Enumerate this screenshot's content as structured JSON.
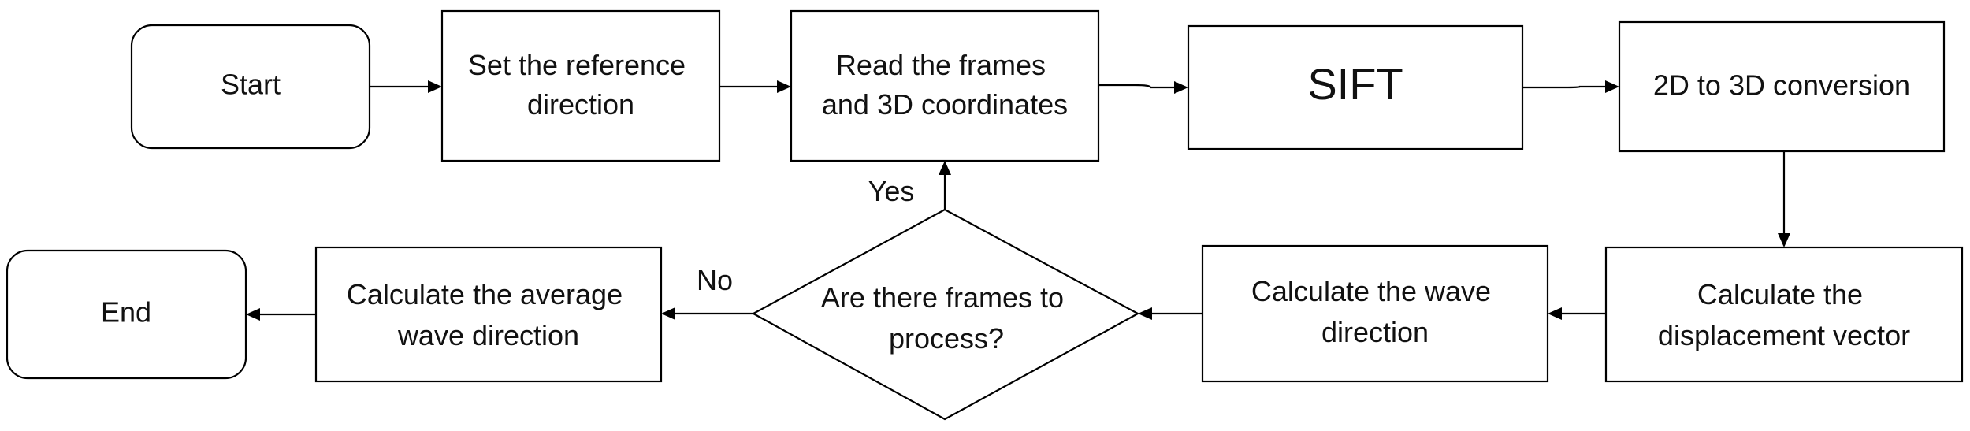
{
  "nodes": {
    "start": {
      "label": "Start"
    },
    "set_reference": {
      "line1": "Set the reference",
      "line2": "direction"
    },
    "read_frames": {
      "line1": "Read the frames",
      "line2": "and 3D coordinates"
    },
    "sift": {
      "label": "SIFT"
    },
    "conversion": {
      "label": "2D to 3D conversion"
    },
    "displacement": {
      "line1": "Calculate the",
      "line2": "displacement vector"
    },
    "wave_direction": {
      "line1": "Calculate the wave",
      "line2": "direction"
    },
    "decision": {
      "line1": "Are there frames to",
      "line2": "process?"
    },
    "average": {
      "line1": "Calculate the average",
      "line2": "wave direction"
    },
    "end": {
      "label": "End"
    }
  },
  "edges": {
    "yes_label": "Yes",
    "no_label": "No"
  }
}
